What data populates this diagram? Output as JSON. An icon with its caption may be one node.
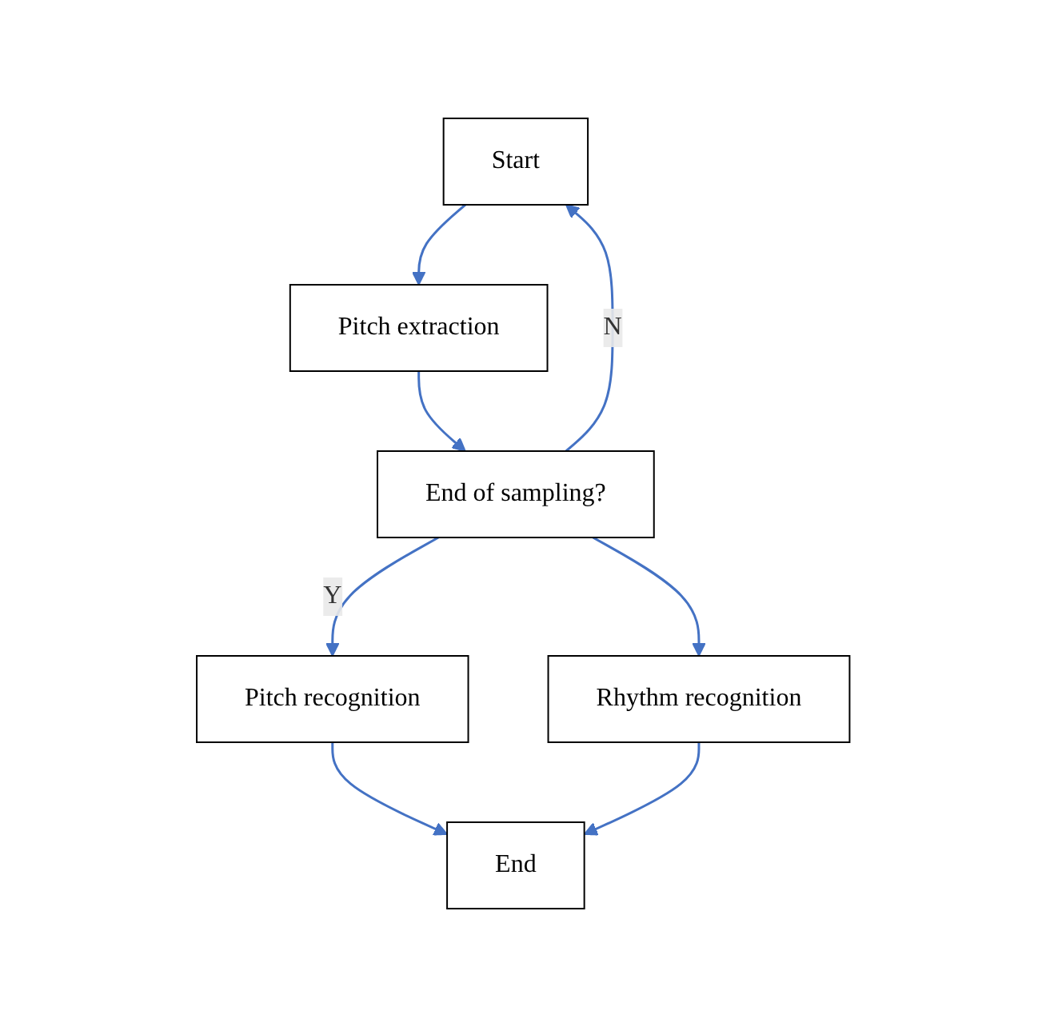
{
  "diagram": {
    "nodes": [
      {
        "text": [
          "Start"
        ]
      },
      {
        "text": [
          "Pitch extraction"
        ]
      },
      {
        "text": [
          "End of sampling?"
        ]
      },
      {
        "text": [
          "Pitch recognition"
        ]
      },
      {
        "text": [
          "Rhythm recognition"
        ]
      },
      {
        "text": [
          "End"
        ]
      }
    ],
    "edges": [
      {
        "from": 0,
        "to": 1,
        "arrow": "to",
        "color": "#4472c4"
      },
      {
        "from": 1,
        "to": 2,
        "arrow": "to",
        "color": "#4472c4"
      },
      {
        "from": 2,
        "to": 0,
        "arrow": "to",
        "label": "N",
        "color": "#4472c4"
      },
      {
        "from": 2,
        "to": 3,
        "arrow": "to",
        "label": "Y",
        "color": "#4472c4"
      },
      {
        "from": 2,
        "to": 4,
        "arrow": "to",
        "color": "#4472c4"
      },
      {
        "from": 3,
        "to": 5,
        "arrow": "to",
        "color": "#4472c4"
      },
      {
        "from": 4,
        "to": 5,
        "arrow": "to",
        "color": "#4472c4"
      }
    ]
  }
}
